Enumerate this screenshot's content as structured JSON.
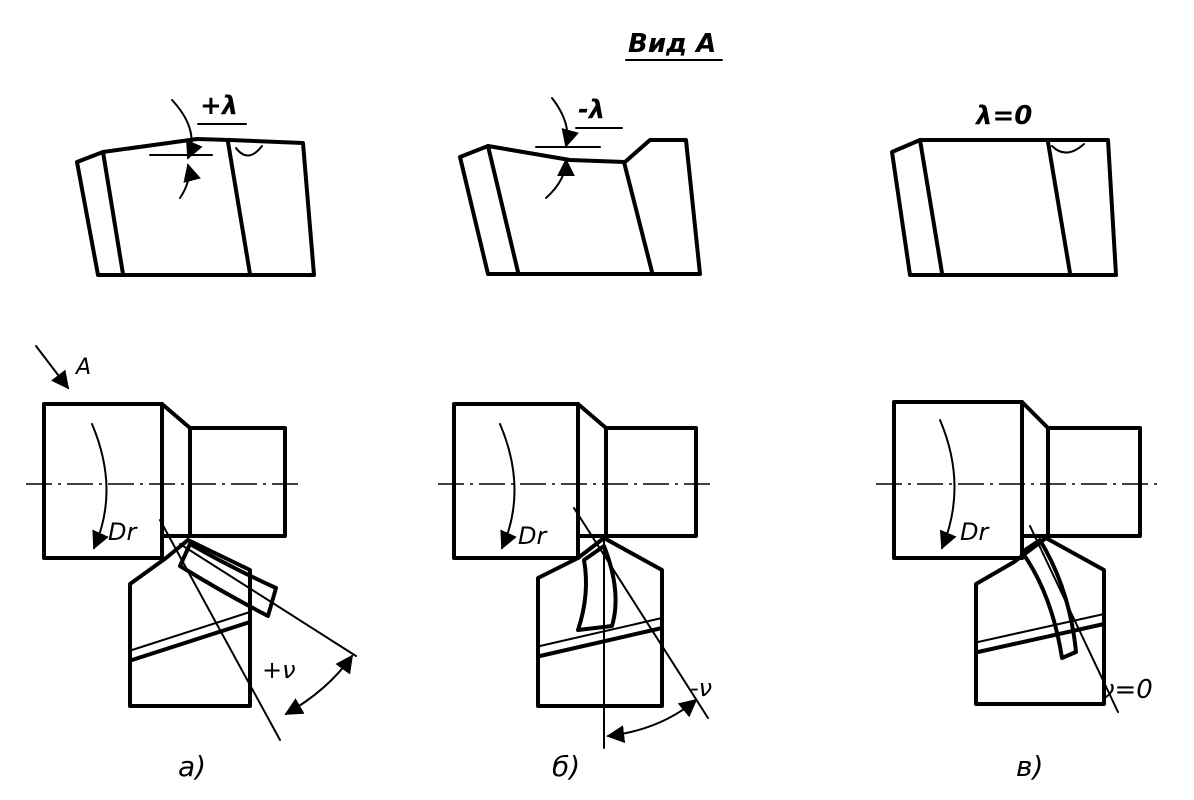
{
  "title": "Вид А",
  "top_labels": {
    "a": "+λ",
    "b": "-λ",
    "c": "λ=0"
  },
  "view_arrow_label": "A",
  "rotation_label": "Dr",
  "bottom_labels": {
    "a": "+ν",
    "b": "-ν",
    "c": "ν=0"
  },
  "captions": [
    "а)",
    "б)",
    "в)"
  ]
}
